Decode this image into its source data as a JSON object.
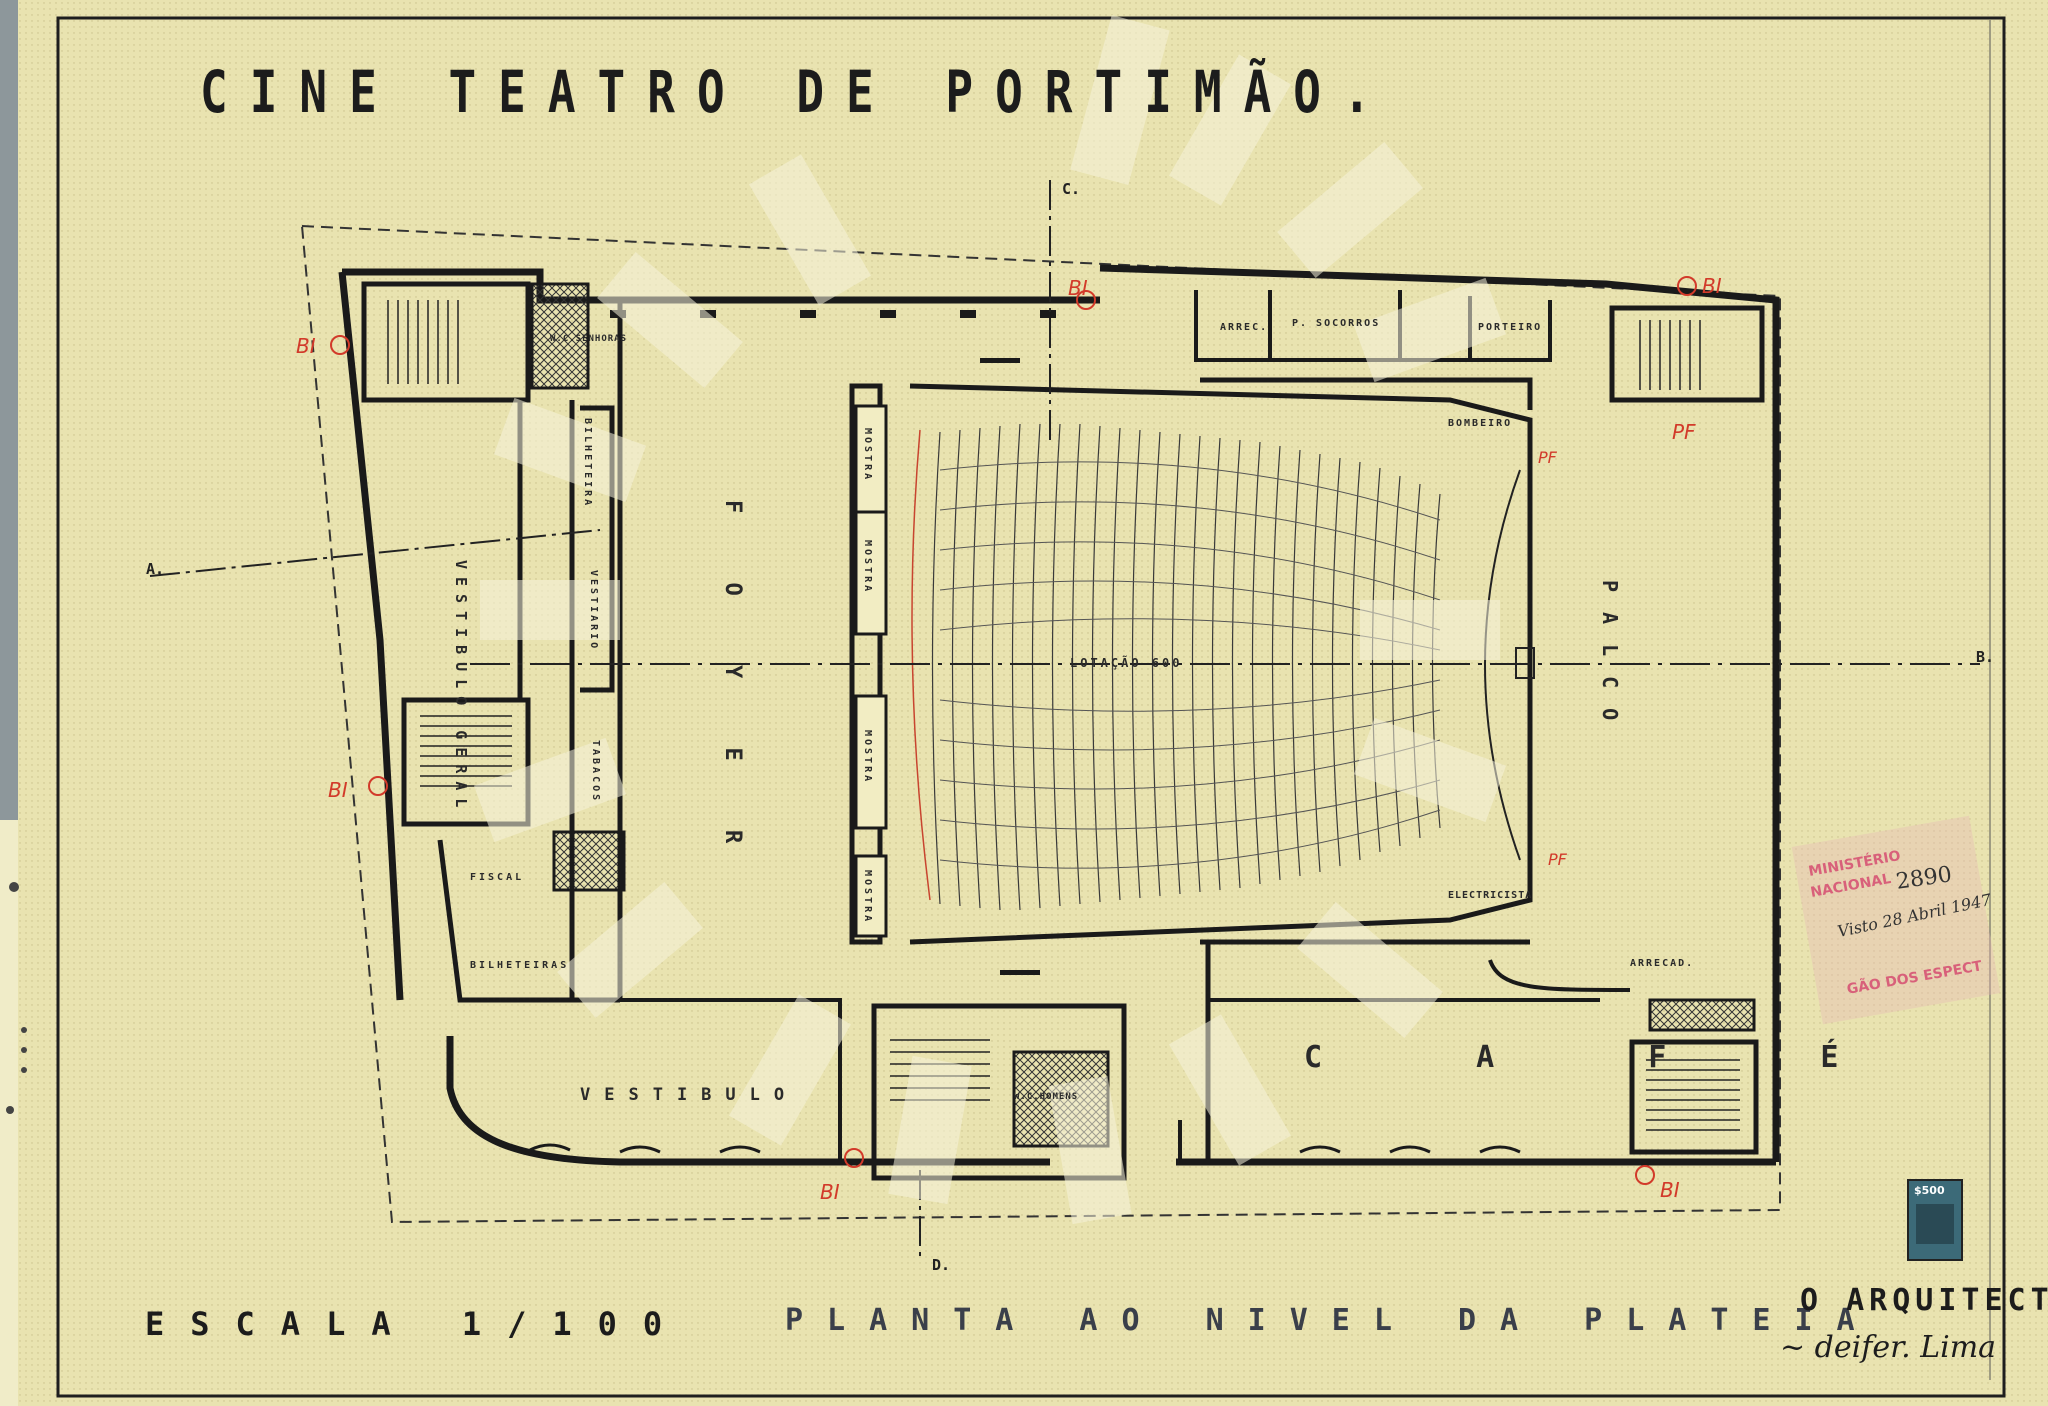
{
  "drawing": {
    "title": "CINE TEATRO DE PORTIMÃO.",
    "scale_label": "ESCALA 1/100",
    "plan_title": "PLANTA AO NIVEL DA PLATEIA",
    "architect_label": "O ARQUITECTO,",
    "signature": "~ deifer. Lima"
  },
  "rooms": {
    "vestibulo_geral": "VESTIBULO GERAL",
    "vestibulo_bottom": "VESTIBULO",
    "foyer": "F O Y E R",
    "palco": "PALCO",
    "cafe": "C A F É",
    "lotacao": "LOTAÇÃO 600",
    "mostra": "MOSTRA",
    "bilheteira": "BILHETEIRA",
    "bilheteiras": "BILHETEIRAS",
    "vestiario": "VESTIARIO",
    "fiscal": "FISCAL",
    "tabacos": "TABACOS",
    "wc": "W.C.SENHORAS",
    "wc_homens": "W.C.HOMENS",
    "arrec_top": "ARREC.",
    "socorros": "P. SOCORROS",
    "porteiro": "PORTEIRO",
    "bombeiro": "BOMBEIRO",
    "electricista": "ELECTRICISTA",
    "arrecad": "ARRECAD."
  },
  "section_marks": {
    "a": "A.",
    "b": "B.",
    "c": "C.",
    "d": "D."
  },
  "annotations": {
    "bi": "BI",
    "pf": "PF"
  },
  "stamp": {
    "number": "2890",
    "visa": "Visto 28 Abril 1947",
    "line1": "MINISTÉRIO",
    "line2": "NACIONAL",
    "line3": "GÃO DOS ESPECT",
    "fee": "$500"
  },
  "colors": {
    "paper": "#ede7b6",
    "ink": "#1c1c1c",
    "red_ink": "#d23a2a",
    "stamp": "#d8607a",
    "backdrop": "#8b9498"
  }
}
